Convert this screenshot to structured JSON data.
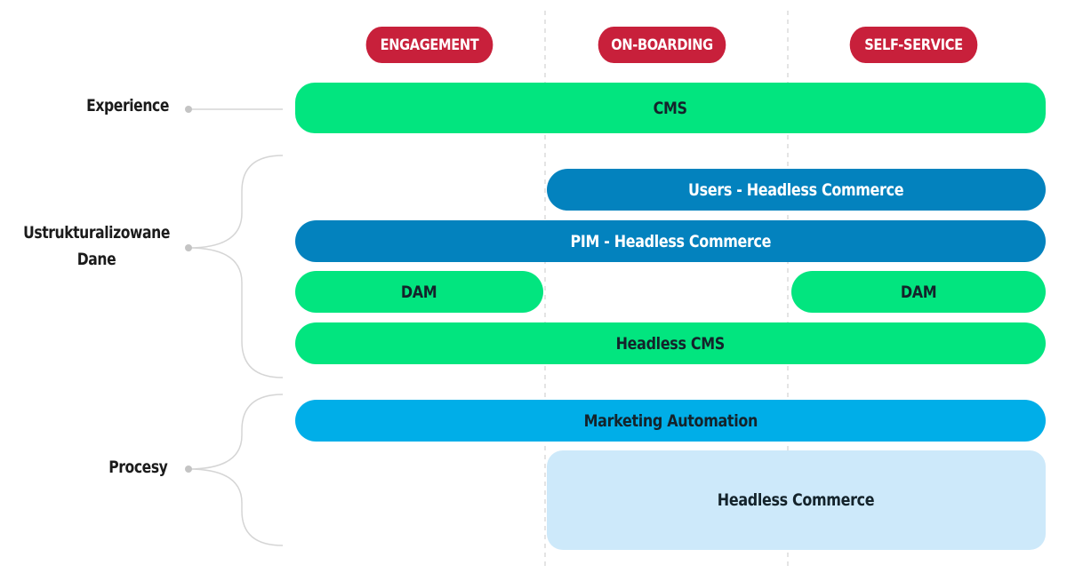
{
  "colors": {
    "header_pill": "#c8203b",
    "green": "#02e57f",
    "dark_blue": "#0382be",
    "cyan": "#00aee8",
    "pale_blue": "#cde9fa",
    "dashed_line": "#c9c9c9",
    "connector": "#d5d5d5"
  },
  "headers": [
    {
      "label": "ENGAGEMENT"
    },
    {
      "label": "ON-BOARDING"
    },
    {
      "label": "SELF-SERVICE"
    }
  ],
  "rows": [
    {
      "label_line1": "Experience",
      "label_line2": ""
    },
    {
      "label_line1": "Ustrukturalizowane",
      "label_line2": "Dane"
    },
    {
      "label_line1": "Procesy",
      "label_line2": ""
    }
  ],
  "bars": [
    {
      "label": "CMS",
      "color": "green"
    },
    {
      "label": "Users - Headless Commerce",
      "color": "dark_blue"
    },
    {
      "label": "PIM - Headless Commerce",
      "color": "dark_blue"
    },
    {
      "label": "DAM",
      "color": "green"
    },
    {
      "label": "DAM",
      "color": "green"
    },
    {
      "label": "Headless CMS",
      "color": "green"
    },
    {
      "label": "Marketing Automation",
      "color": "cyan"
    },
    {
      "label": "Headless Commerce",
      "color": "pale_blue"
    }
  ]
}
